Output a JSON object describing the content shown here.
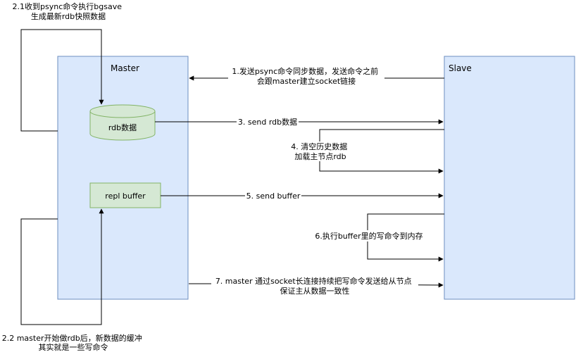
{
  "nodes": {
    "master": {
      "label": "Master",
      "fill": "#dae8fc",
      "stroke": "#6c8ebf"
    },
    "slave": {
      "label": "Slave",
      "fill": "#dae8fc",
      "stroke": "#6c8ebf"
    },
    "rdb": {
      "label": "rdb数据",
      "fill": "#d5e8d4",
      "stroke": "#82b366"
    },
    "repl_buffer": {
      "label": "repl buffer",
      "fill": "#d5e8d4",
      "stroke": "#82b366"
    }
  },
  "edges": {
    "step1": {
      "lines": [
        "1.发送psync命令同步数据，发送命令之前",
        "会跟master建立socket链接"
      ]
    },
    "step21": {
      "lines": [
        "2.1收到psync命令执行bgsave",
        "生成最新rdb快照数据"
      ]
    },
    "step22": {
      "lines": [
        "2.2 master开始做rdb后，新数据的缓冲",
        "其实就是一些写命令"
      ]
    },
    "step3": {
      "lines": [
        "3. send rdb数据"
      ]
    },
    "step4": {
      "lines": [
        "4. 清空历史数据",
        "加载主节点rdb"
      ]
    },
    "step5": {
      "lines": [
        "5. send buffer"
      ]
    },
    "step6": {
      "lines": [
        "6.执行buffer里的写命令到内存"
      ]
    },
    "step7": {
      "lines": [
        "7. master 通过socket长连接持续把写命令发送给从节点",
        "保证主从数据一致性"
      ]
    }
  }
}
